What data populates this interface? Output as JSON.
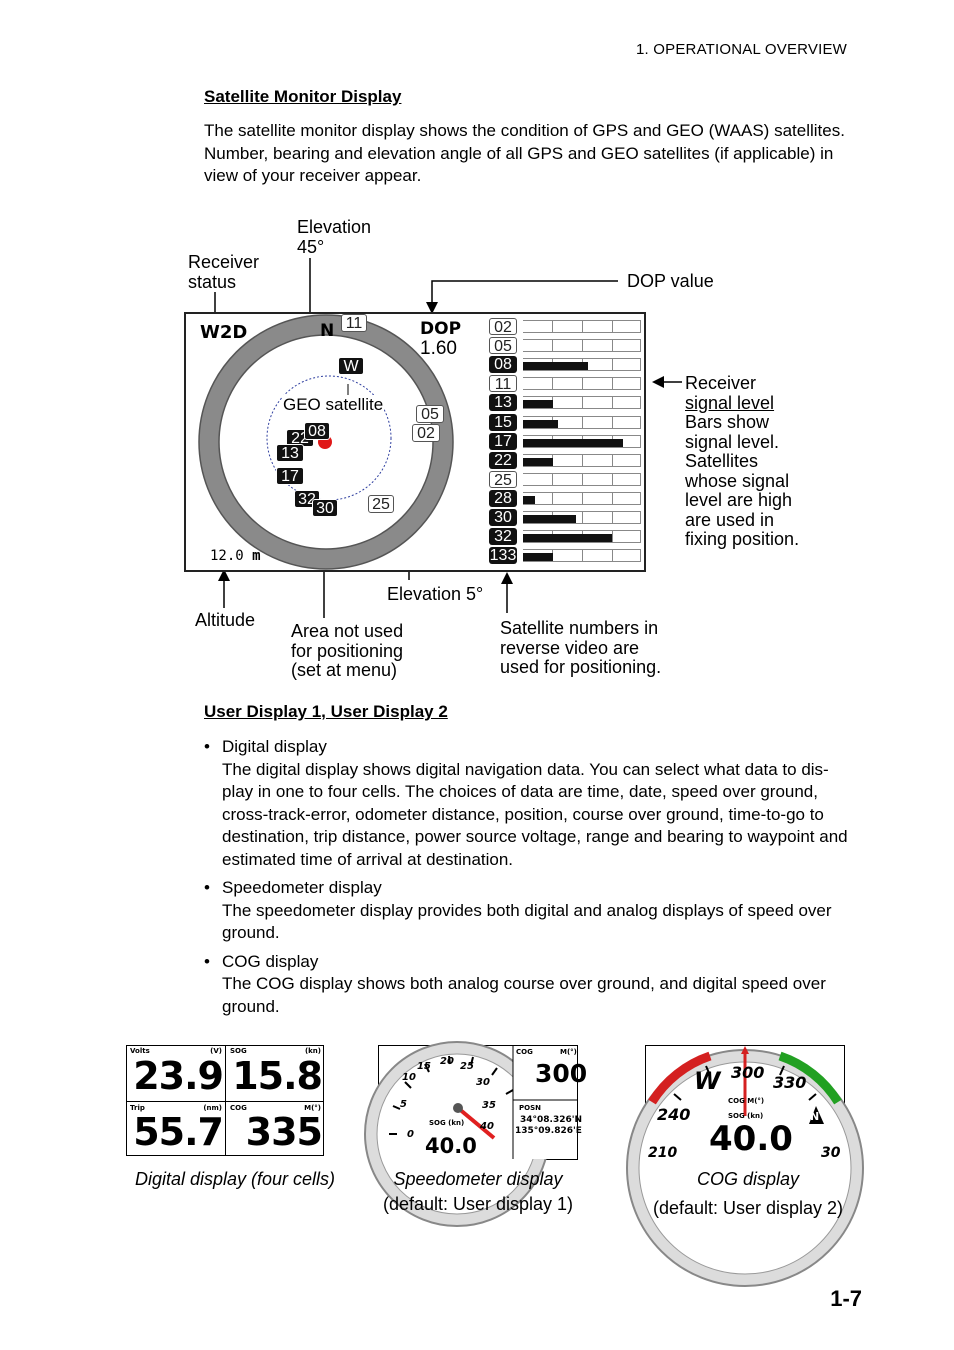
{
  "header": {
    "chapter": "1.  OPERATIONAL OVERVIEW"
  },
  "page_number": "1-7",
  "section1": {
    "title": "Satellite Monitor Display",
    "body_lines": [
      "The satellite monitor display shows the condition of GPS and GEO (WAAS) satellites.",
      "Number, bearing and elevation angle of all GPS and GEO satellites (if applicable) in",
      "view of your receiver appear."
    ]
  },
  "figure1": {
    "callouts": {
      "elevation45_line1": "Elevation",
      "elevation45_line2": "45°",
      "receiver_status_line1": "Receiver",
      "receiver_status_line2": "status",
      "dop_value": "DOP value",
      "receiver_signal": [
        "Receiver",
        "signal level",
        "Bars show",
        "signal level.",
        "Satellites",
        "whose signal",
        "level are high",
        "are used in",
        "fixing position."
      ],
      "geo_satellite": "GEO satellite",
      "elevation5": "Elevation 5°",
      "altitude": "Altitude",
      "area_not_used": [
        "Area not used",
        "for positioning",
        "(set at menu)"
      ],
      "sat_numbers": [
        "Satellite numbers in",
        "reverse video are",
        "used for positioning."
      ]
    },
    "screen": {
      "status": "W2D",
      "north": "N",
      "dop_label": "DOP",
      "dop_value": "1.60",
      "altitude": "12.0",
      "altitude_unit": "m",
      "sky_sats": [
        {
          "id": "11",
          "used": false
        },
        {
          "id": "W",
          "used": true
        },
        {
          "id": "05",
          "used": false
        },
        {
          "id": "02",
          "used": false
        },
        {
          "id": "22",
          "used": true
        },
        {
          "id": "08",
          "used": true
        },
        {
          "id": "13",
          "used": true
        },
        {
          "id": "17",
          "used": true
        },
        {
          "id": "32",
          "used": true
        },
        {
          "id": "30",
          "used": true
        },
        {
          "id": "25",
          "used": false
        }
      ],
      "signal_list": [
        {
          "id": "02",
          "used": false,
          "level": 0.0
        },
        {
          "id": "05",
          "used": false,
          "level": 0.0
        },
        {
          "id": "08",
          "used": true,
          "level": 0.55
        },
        {
          "id": "11",
          "used": false,
          "level": 0.0
        },
        {
          "id": "13",
          "used": true,
          "level": 0.25
        },
        {
          "id": "15",
          "used": true,
          "level": 0.3
        },
        {
          "id": "17",
          "used": true,
          "level": 0.85
        },
        {
          "id": "22",
          "used": true,
          "level": 0.25
        },
        {
          "id": "25",
          "used": false,
          "level": 0.0
        },
        {
          "id": "28",
          "used": true,
          "level": 0.1
        },
        {
          "id": "30",
          "used": true,
          "level": 0.45
        },
        {
          "id": "32",
          "used": true,
          "level": 0.75
        },
        {
          "id": "133",
          "used": true,
          "level": 0.25
        }
      ]
    }
  },
  "section2": {
    "title": "User Display 1, User Display 2",
    "bullets": [
      {
        "title": "Digital display",
        "lines": [
          "The digital display shows digital navigation data. You can select what data to dis-",
          "play in one to four cells. The choices of data are time, date, speed over ground,",
          "cross-track-error, odometer distance, position, course over ground, time-to-go to",
          "destination, trip distance, power source voltage, range and bearing to waypoint and",
          "estimated time of arrival at destination."
        ]
      },
      {
        "title": "Speedometer display",
        "lines": [
          "The speedometer display provides both digital and analog displays of speed over",
          "ground."
        ]
      },
      {
        "title": "COG display",
        "lines": [
          "The COG display shows both analog course over ground, and digital speed over",
          "ground."
        ]
      }
    ]
  },
  "figures": {
    "digital": {
      "cells": [
        {
          "label": "Volts",
          "unit": "(V)",
          "value": "23.9"
        },
        {
          "label": "SOG",
          "unit": "(kn)",
          "value": "15.8"
        },
        {
          "label": "Trip",
          "unit": "(nm)",
          "value": "55.7"
        },
        {
          "label": "COG",
          "unit": "M(°)",
          "value": "335"
        }
      ],
      "caption": "Digital display (four cells)"
    },
    "speedometer": {
      "dial_labels": [
        "0",
        "5",
        "10",
        "15",
        "20",
        "25",
        "30",
        "35",
        "40"
      ],
      "sog_label": "SOG (kn)",
      "sog_value": "40.0",
      "cog_label": "COG",
      "cog_unit": "M(°)",
      "cog_value": "300",
      "posn_label": "POSN",
      "lat": "34°08.326'N",
      "lon": "135°09.826'E",
      "caption": "Speedometer display",
      "caption2": "(default: User display 1)"
    },
    "cog": {
      "dial_labels": [
        "W",
        "300",
        "330",
        "240",
        "210",
        "30"
      ],
      "cog_label": "COG M(°)",
      "sog_label": "SOG (kn)",
      "sog_value": "40.0",
      "north": "N",
      "caption": "COG display",
      "caption2": "(default: User display 2)"
    }
  }
}
